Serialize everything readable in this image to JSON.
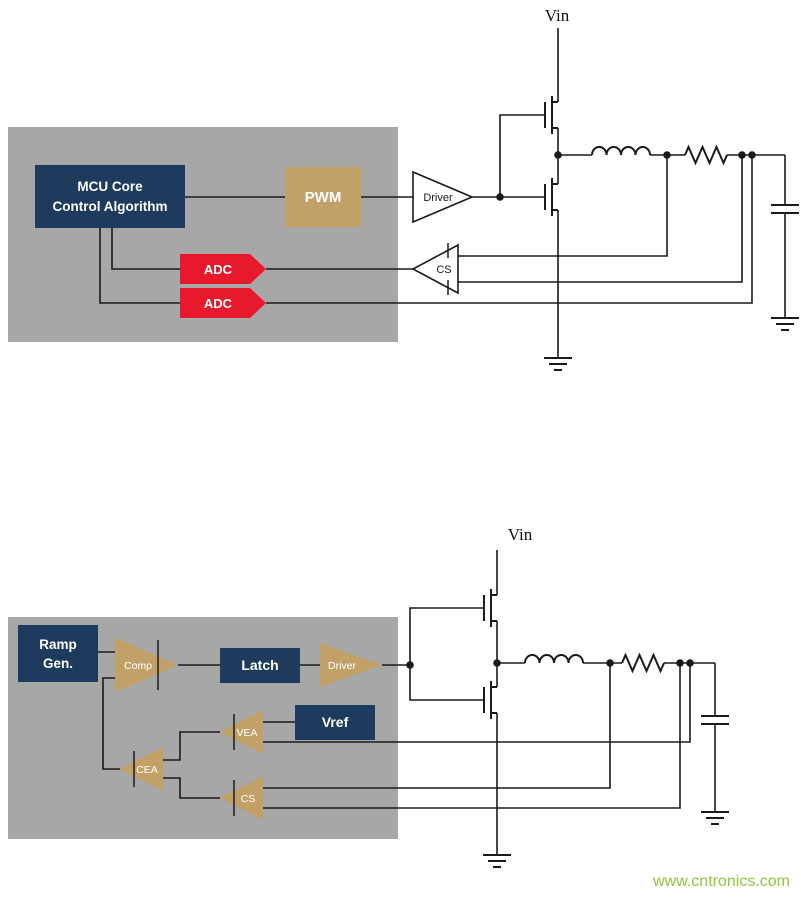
{
  "colors": {
    "panel": "#a7a7a7",
    "navy": "#1e3a5c",
    "tan": "#c2a169",
    "red": "#e8192c",
    "watermark": "#8dc63f"
  },
  "digital_diagram": {
    "vin_label": "Vin",
    "mcu": {
      "line1": "MCU Core",
      "line2": "Control Algorithm"
    },
    "pwm_label": "PWM",
    "driver_label": "Driver",
    "cs_label": "CS",
    "adc_current_label": "ADC",
    "adc_voltage_label": "ADC"
  },
  "analog_diagram": {
    "vin_label": "Vin",
    "ramp": {
      "line1": "Ramp",
      "line2": "Gen."
    },
    "comp_label": "Comp",
    "latch_label": "Latch",
    "driver_label": "Driver",
    "vref_label": "Vref",
    "vea_label": "VEA",
    "cea_label": "CEA",
    "cs_label": "CS"
  },
  "watermark_text": "www.cntronics.com"
}
